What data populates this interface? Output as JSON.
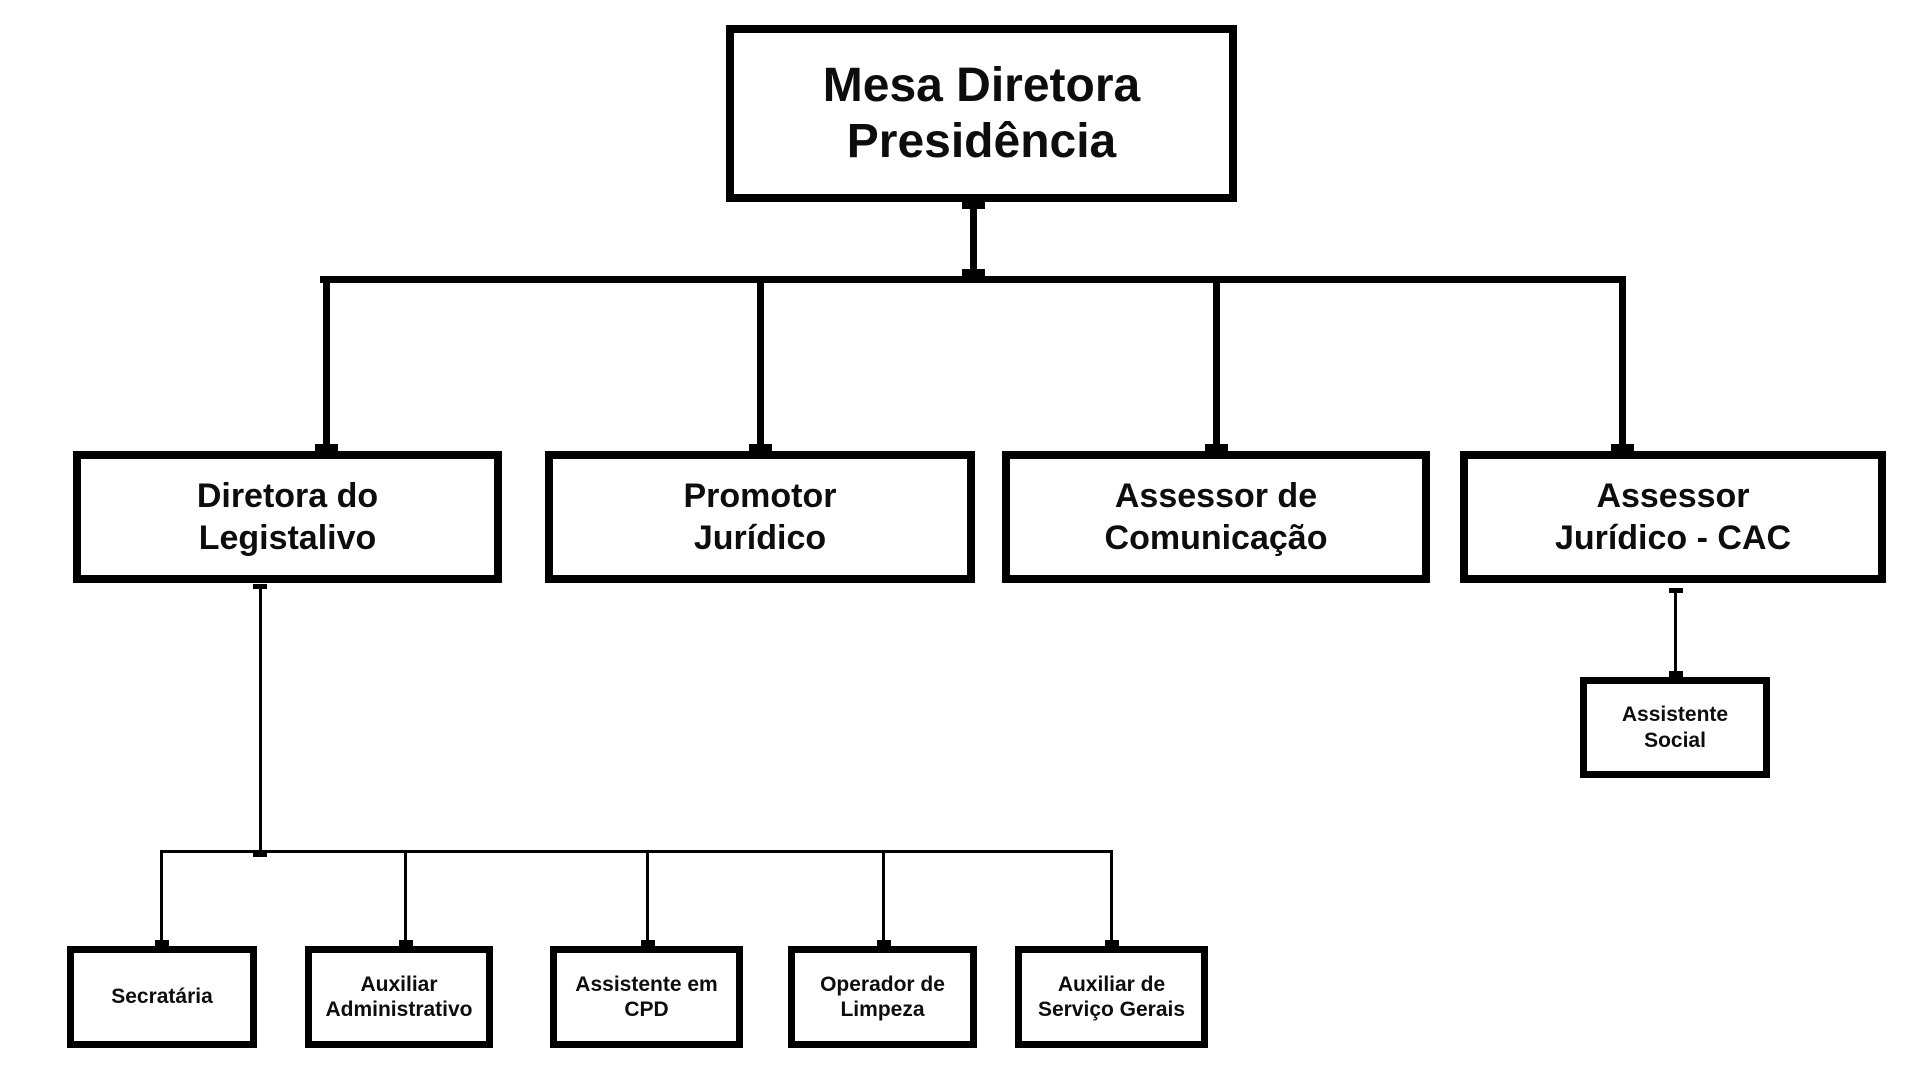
{
  "org": {
    "root": {
      "label": "Mesa Diretora\nPresidência"
    },
    "level2": [
      {
        "label": "Diretora do\nLegistalivo"
      },
      {
        "label": "Promotor\nJurídico"
      },
      {
        "label": "Assessor de\nComunicação"
      },
      {
        "label": "Assessor\nJurídico - CAC"
      }
    ],
    "cac_child": {
      "label": "Assistente\nSocial"
    },
    "legislativo_children": [
      {
        "label": "Secratária"
      },
      {
        "label": "Auxiliar\nAdministrativo"
      },
      {
        "label": "Assistente em\nCPD"
      },
      {
        "label": "Operador de\nLimpeza"
      },
      {
        "label": "Auxiliar de\nServiço Gerais"
      }
    ]
  },
  "colors": {
    "line": "#000000",
    "text": "#0d0d0d",
    "background": "#ffffff"
  }
}
